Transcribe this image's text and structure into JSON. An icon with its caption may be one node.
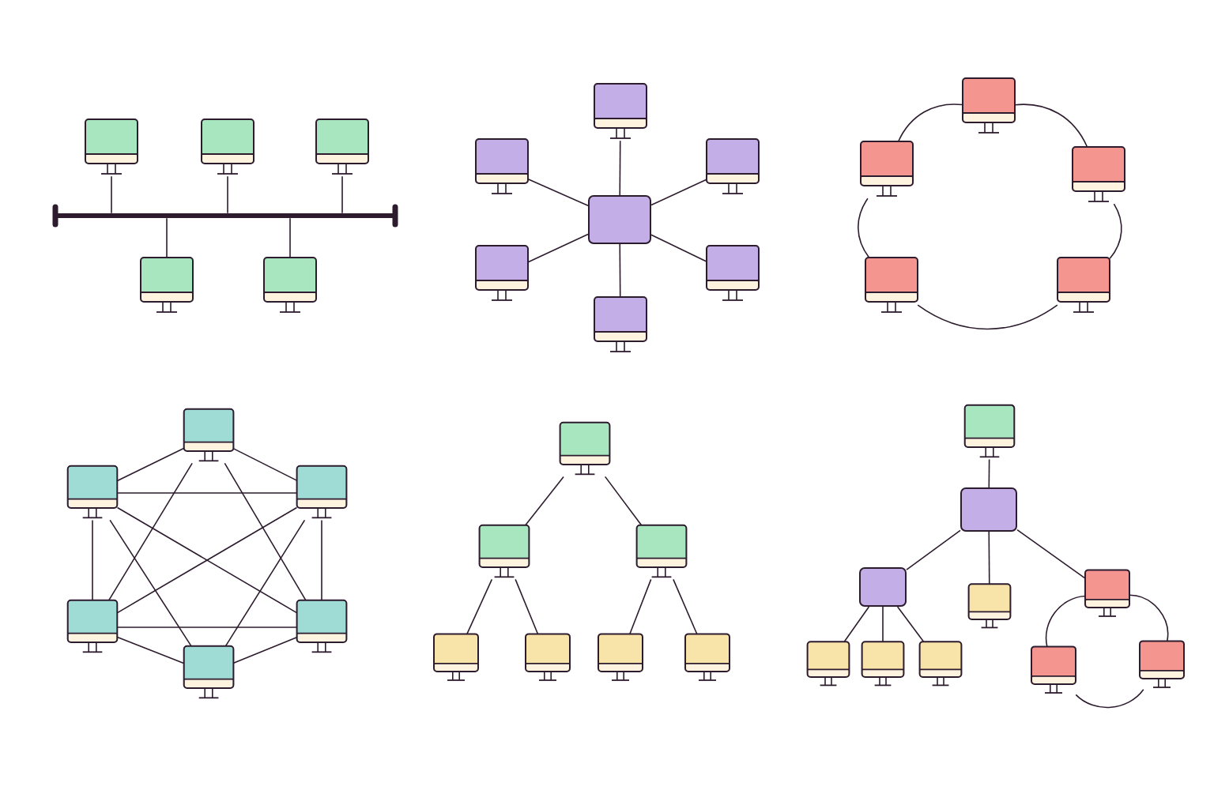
{
  "diagram": {
    "nodes": [
      {
        "text": [],
        "shape": "bar"
      },
      {
        "text": [],
        "shape": "monitor"
      },
      {
        "text": [],
        "shape": "monitor"
      },
      {
        "text": [],
        "shape": "monitor"
      },
      {
        "text": [],
        "shape": "monitor"
      },
      {
        "text": [],
        "shape": "monitor"
      },
      {
        "text": [],
        "shape": "monitor"
      },
      {
        "text": [],
        "shape": "monitor"
      },
      {
        "text": [],
        "shape": "monitor"
      },
      {
        "text": [],
        "shape": "box"
      },
      {
        "text": [],
        "shape": "monitor"
      },
      {
        "text": [],
        "shape": "monitor"
      },
      {
        "text": [],
        "shape": "monitor"
      },
      {
        "text": [],
        "shape": "monitor"
      },
      {
        "text": [],
        "shape": "monitor"
      },
      {
        "text": [],
        "shape": "monitor"
      },
      {
        "text": [],
        "shape": "monitor"
      },
      {
        "text": [],
        "shape": "monitor"
      },
      {
        "text": [],
        "shape": "monitor"
      },
      {
        "text": [],
        "shape": "monitor"
      },
      {
        "text": [],
        "shape": "monitor"
      },
      {
        "text": [],
        "shape": "monitor"
      },
      {
        "text": [],
        "shape": "monitor"
      },
      {
        "text": [],
        "shape": "monitor"
      },
      {
        "text": [],
        "shape": "monitor"
      },
      {
        "text": [],
        "shape": "monitor"
      },
      {
        "text": [],
        "shape": "monitor"
      },
      {
        "text": [],
        "shape": "monitor"
      },
      {
        "text": [],
        "shape": "monitor"
      },
      {
        "text": [],
        "shape": "monitor"
      },
      {
        "text": [],
        "shape": "monitor"
      },
      {
        "text": [],
        "shape": "monitor"
      },
      {
        "text": [],
        "shape": "box"
      },
      {
        "text": [],
        "shape": "box"
      },
      {
        "text": [],
        "shape": "monitor"
      },
      {
        "text": [],
        "shape": "monitor"
      },
      {
        "text": [],
        "shape": "monitor"
      },
      {
        "text": [],
        "shape": "monitor"
      },
      {
        "text": [],
        "shape": "monitor"
      },
      {
        "text": [],
        "shape": "monitor"
      },
      {
        "text": [],
        "shape": "monitor"
      }
    ],
    "edges": [
      {
        "from": 1,
        "to": 0,
        "arrow": "none"
      },
      {
        "from": 2,
        "to": 0,
        "arrow": "none"
      },
      {
        "from": 3,
        "to": 0,
        "arrow": "none"
      },
      {
        "from": 4,
        "to": 0,
        "arrow": "none"
      },
      {
        "from": 5,
        "to": 0,
        "arrow": "none"
      },
      {
        "from": 9,
        "to": 6,
        "arrow": "none"
      },
      {
        "from": 9,
        "to": 7,
        "arrow": "none"
      },
      {
        "from": 9,
        "to": 8,
        "arrow": "none"
      },
      {
        "from": 9,
        "to": 10,
        "arrow": "none"
      },
      {
        "from": 9,
        "to": 11,
        "arrow": "none"
      },
      {
        "from": 9,
        "to": 12,
        "arrow": "none"
      },
      {
        "from": 13,
        "to": 15,
        "arrow": "none"
      },
      {
        "from": 15,
        "to": 17,
        "arrow": "none"
      },
      {
        "from": 17,
        "to": 16,
        "arrow": "none"
      },
      {
        "from": 16,
        "to": 14,
        "arrow": "none"
      },
      {
        "from": 14,
        "to": 13,
        "arrow": "none"
      },
      {
        "from": 18,
        "to": 19,
        "arrow": "none"
      },
      {
        "from": 18,
        "to": 20,
        "arrow": "none"
      },
      {
        "from": 18,
        "to": 21,
        "arrow": "none"
      },
      {
        "from": 18,
        "to": 22,
        "arrow": "none"
      },
      {
        "from": 19,
        "to": 20,
        "arrow": "none"
      },
      {
        "from": 19,
        "to": 21,
        "arrow": "none"
      },
      {
        "from": 19,
        "to": 22,
        "arrow": "none"
      },
      {
        "from": 19,
        "to": 23,
        "arrow": "none"
      },
      {
        "from": 20,
        "to": 21,
        "arrow": "none"
      },
      {
        "from": 20,
        "to": 22,
        "arrow": "none"
      },
      {
        "from": 20,
        "to": 23,
        "arrow": "none"
      },
      {
        "from": 21,
        "to": 22,
        "arrow": "none"
      },
      {
        "from": 21,
        "to": 23,
        "arrow": "none"
      },
      {
        "from": 22,
        "to": 23,
        "arrow": "none"
      },
      {
        "from": 24,
        "to": 25,
        "arrow": "none"
      },
      {
        "from": 24,
        "to": 26,
        "arrow": "none"
      },
      {
        "from": 25,
        "to": 27,
        "arrow": "none"
      },
      {
        "from": 25,
        "to": 28,
        "arrow": "none"
      },
      {
        "from": 26,
        "to": 29,
        "arrow": "none"
      },
      {
        "from": 26,
        "to": 30,
        "arrow": "none"
      },
      {
        "from": 31,
        "to": 32,
        "arrow": "none"
      },
      {
        "from": 32,
        "to": 33,
        "arrow": "none"
      },
      {
        "from": 32,
        "to": 34,
        "arrow": "none"
      },
      {
        "from": 32,
        "to": 35,
        "arrow": "none"
      },
      {
        "from": 33,
        "to": 36,
        "arrow": "none"
      },
      {
        "from": 33,
        "to": 37,
        "arrow": "none"
      },
      {
        "from": 33,
        "to": 38,
        "arrow": "none"
      },
      {
        "from": 35,
        "to": 40,
        "arrow": "none"
      },
      {
        "from": 40,
        "to": 39,
        "arrow": "none"
      },
      {
        "from": 39,
        "to": 35,
        "arrow": "none"
      }
    ]
  }
}
